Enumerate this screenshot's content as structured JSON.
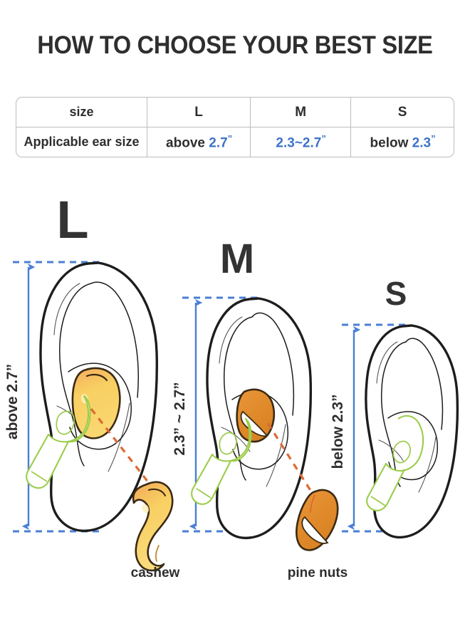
{
  "header": {
    "title": "HOW TO CHOOSE YOUR BEST SIZE"
  },
  "size_table": {
    "row_headers": [
      "size",
      "Applicable ear size"
    ],
    "columns": [
      {
        "size": "L",
        "prefix": "above ",
        "value": "2.7",
        "unit": "”",
        "value_colored": false
      },
      {
        "size": "M",
        "prefix": "",
        "value": "2.3~2.7",
        "unit": "”",
        "value_colored": true
      },
      {
        "size": "S",
        "prefix": "below ",
        "value": "2.3",
        "unit": "”",
        "value_colored": false
      }
    ]
  },
  "diagrams": [
    {
      "id": "large",
      "letter": "L",
      "dimension_label": "above 2.7”",
      "tip_shape": "cashew",
      "tip_caption": "cashew",
      "has_tip": true
    },
    {
      "id": "medium",
      "letter": "M",
      "dimension_label": "2.3” ~ 2.7”",
      "tip_shape": "pine-nut",
      "tip_caption": "pine nuts",
      "has_tip": true
    },
    {
      "id": "small",
      "letter": "S",
      "dimension_label": "below 2.3”",
      "tip_shape": "none",
      "tip_caption": "",
      "has_tip": false
    }
  ],
  "colors": {
    "accent_blue": "#3d72c7",
    "dimension_blue": "#4a7fd4",
    "pointer_orange": "#dd6a33",
    "earbud_green": "#9ccc4a",
    "cashew_yellow": "#f7d25e",
    "cashew_top": "#f0a95c",
    "pine_nut_orange": "#e08a2b",
    "ear_outline": "#1d1d1d",
    "text_dark": "#2e2e2e",
    "table_border": "#bcbcbc"
  }
}
